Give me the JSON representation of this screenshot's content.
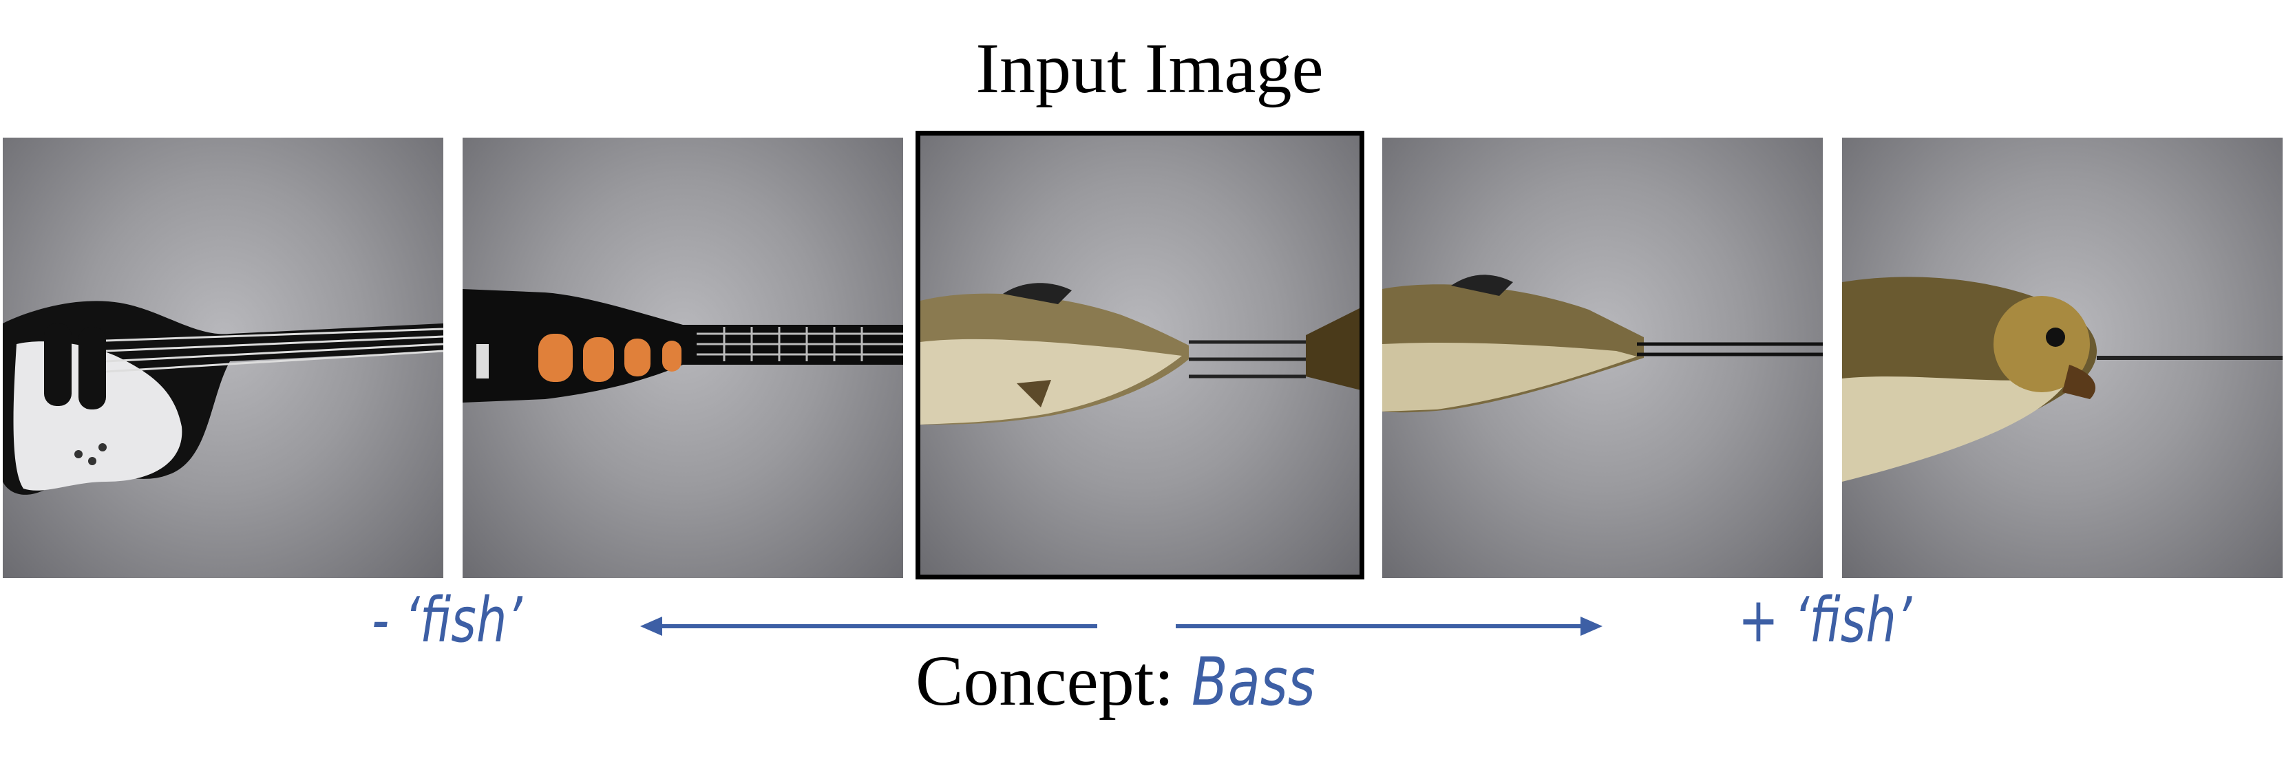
{
  "header": {
    "title": "Input Image"
  },
  "panels": [
    {
      "id": "strong-negative",
      "content": "bass-guitar"
    },
    {
      "id": "negative",
      "content": "bass-guitar-partial"
    },
    {
      "id": "input",
      "content": "fish-guitar-hybrid"
    },
    {
      "id": "positive",
      "content": "fish-guitar-hybrid"
    },
    {
      "id": "strong-positive",
      "content": "bass-fish"
    }
  ],
  "footer": {
    "minus_label": "- ‘fish’",
    "plus_label": "+ ‘fish’",
    "concept_prefix": "Concept: ",
    "concept_word": "Bass"
  },
  "colors": {
    "accent": "#3d5fa5",
    "frame": "#000000"
  }
}
